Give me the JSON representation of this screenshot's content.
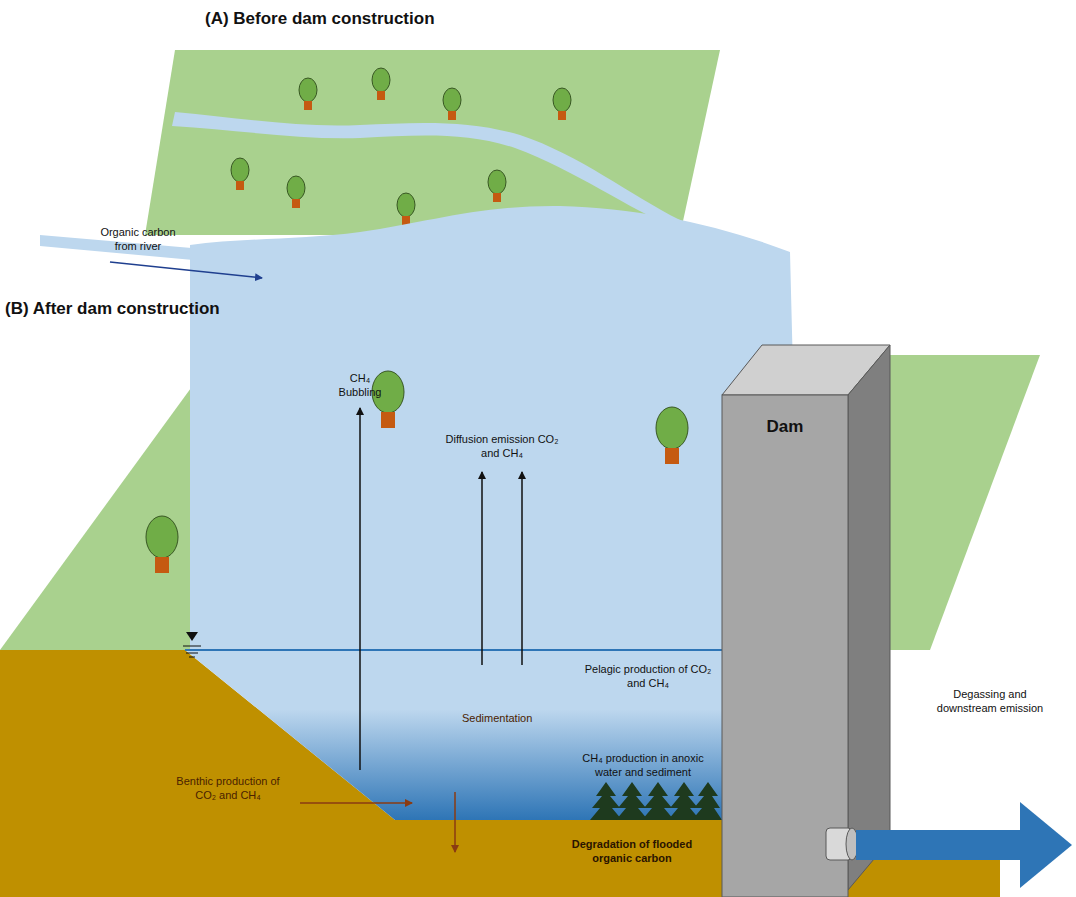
{
  "diagram": {
    "nodes": [
      {
        "text": [
          "Dam"
        ]
      }
    ],
    "labels": [
      "(A) Before dam construction",
      "(B) After dam construction",
      "Organic carbon from river",
      "CH₄ Bubbling",
      "Diffusion emission CO₂ and CH₄",
      "Pelagic production of CO₂ and CH₄",
      "Degassing and downstream emission",
      "Benthic production of CO₂ and CH₄",
      "Sedimentation",
      "CH₄ production in anoxic water and sediment",
      "Degradation of flooded organic carbon"
    ]
  }
}
